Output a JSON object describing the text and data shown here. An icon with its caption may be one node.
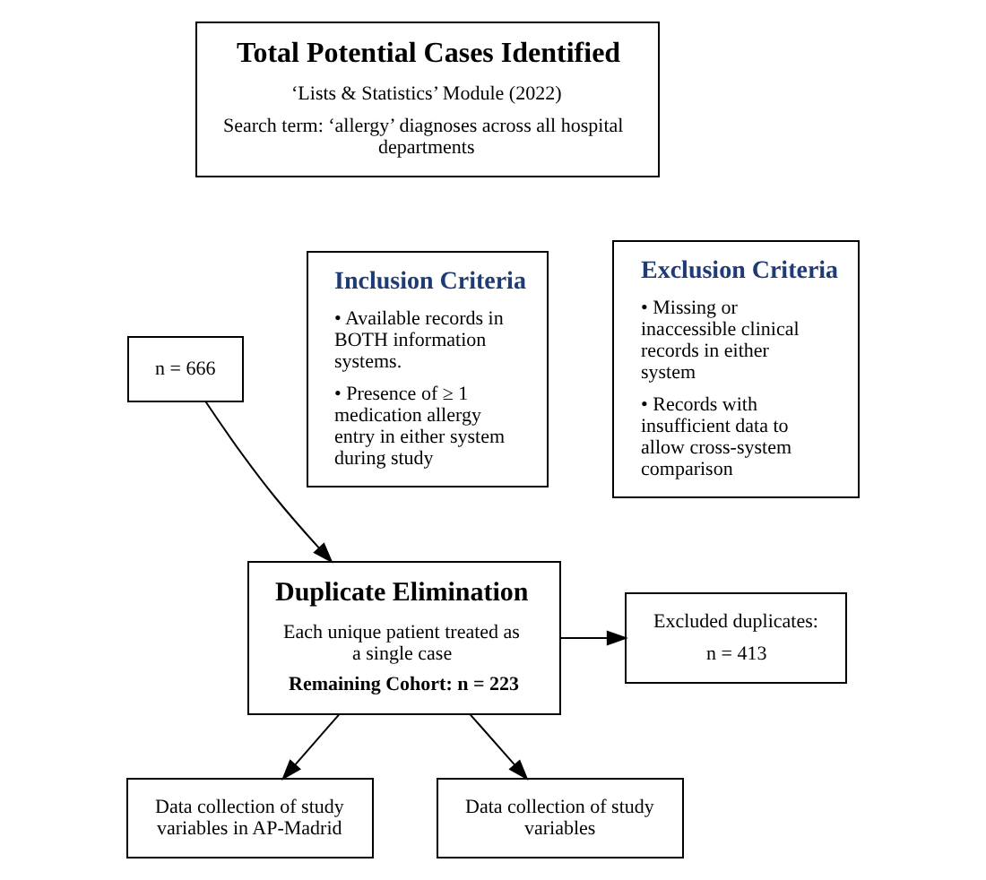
{
  "diagram": {
    "nodes": [
      {
        "text": [
          "Total Potential Cases Identified",
          "‘Lists & Statistics’ Module (2022)",
          "Search term: ‘allergy’ diagnoses across all hospital departments"
        ]
      },
      {
        "text": [
          "n = 666"
        ]
      },
      {
        "text": [
          "Inclusion Criteria",
          "• Available records in BOTH information systems.",
          "• Presence of ≥ 1 medication allergy entry in either system during study"
        ]
      },
      {
        "text": [
          "Exclusion Criteria",
          "• Missing or inaccessible clinical records in either system",
          "• Records with insufficient data to allow cross-system comparison"
        ]
      },
      {
        "text": [
          "Duplicate Elimination",
          "Each unique patient treated as a single case",
          "Remaining Cohort: n = 223"
        ]
      },
      {
        "text": [
          "Excluded duplicates:",
          "n = 413"
        ]
      },
      {
        "text": [
          "Data collection of study variables in AP-Madrid"
        ]
      },
      {
        "text": [
          "Data collection of study variables"
        ]
      }
    ],
    "edges": [
      {
        "from": 1,
        "to": 4,
        "arrow": "to"
      },
      {
        "from": 4,
        "to": 5,
        "arrow": "to"
      },
      {
        "from": 4,
        "to": 6,
        "arrow": "to"
      },
      {
        "from": 4,
        "to": 7,
        "arrow": "to"
      }
    ]
  }
}
